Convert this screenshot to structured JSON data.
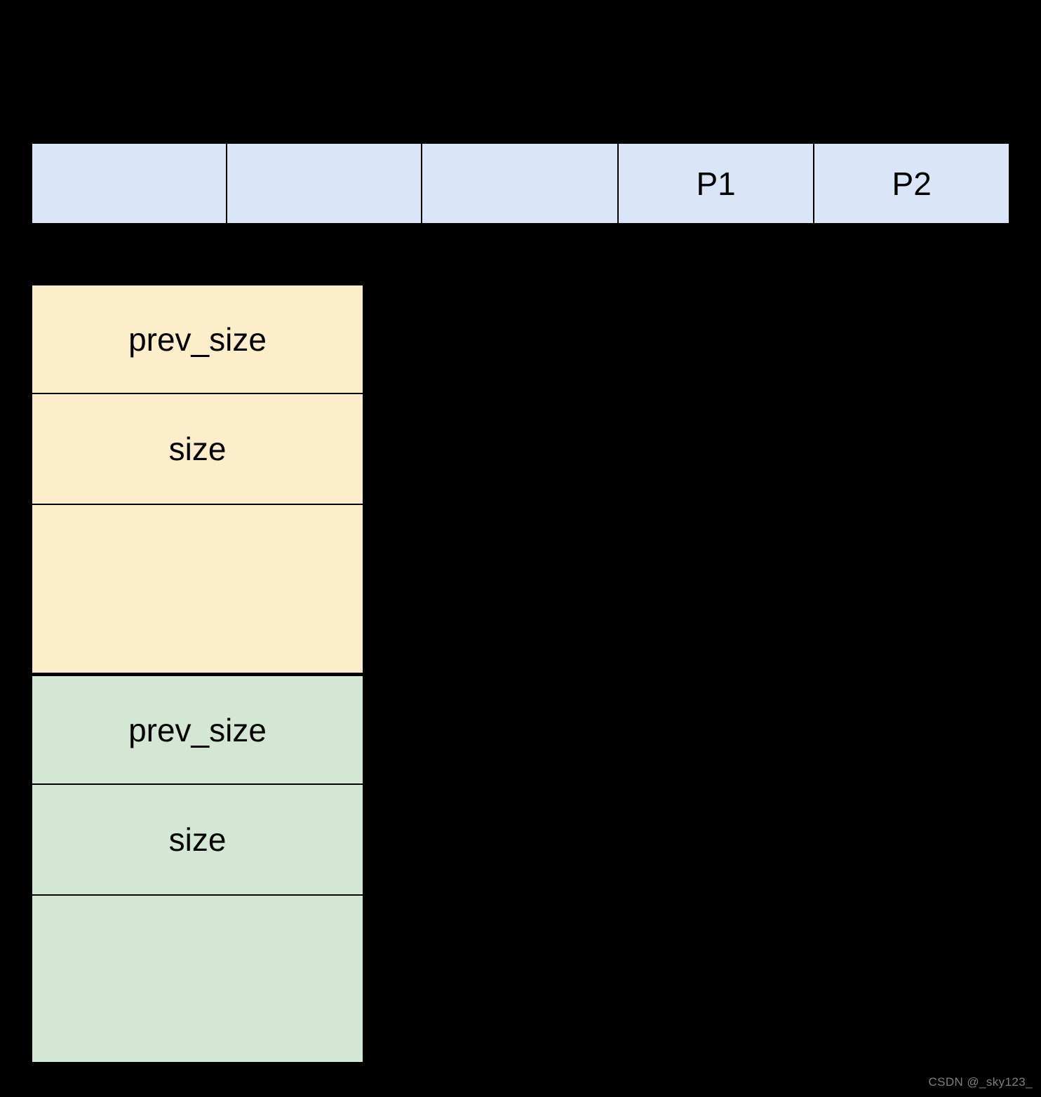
{
  "diagram": {
    "background_color": "#000000",
    "memory_row": {
      "name": "heap-memory-row",
      "fill_color": "#dae6f8",
      "border_color": "#000000",
      "cells": [
        {
          "label": ""
        },
        {
          "label": ""
        },
        {
          "label": ""
        },
        {
          "label": "P1"
        },
        {
          "label": "P2"
        }
      ]
    },
    "chunks": [
      {
        "id": "allocated-chunk",
        "fill_color": "#fdeecb",
        "border_color": "#000000",
        "rows": [
          {
            "label": "prev_size"
          },
          {
            "label": "size"
          },
          {
            "label": ""
          }
        ]
      },
      {
        "id": "free-chunk",
        "fill_color": "#d4e7d4",
        "border_color": "#000000",
        "rows": [
          {
            "label": "prev_size"
          },
          {
            "label": "size"
          },
          {
            "label": ""
          }
        ]
      }
    ]
  },
  "watermark": {
    "text": "CSDN @_sky123_",
    "color": "#7f7f7f"
  }
}
